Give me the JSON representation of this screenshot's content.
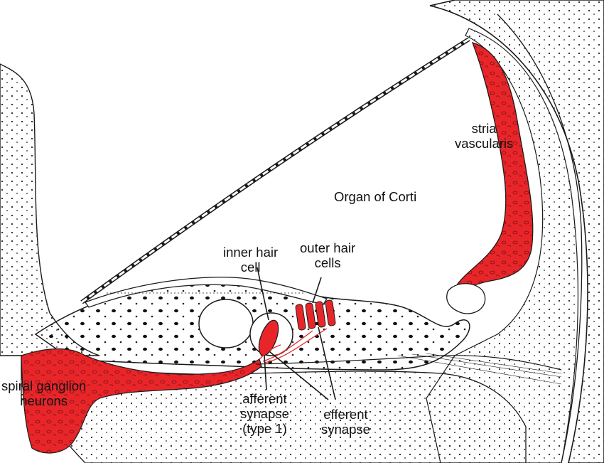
{
  "labels": {
    "stria_vascularis": {
      "line1": "stria",
      "line2": "vascularis"
    },
    "organ_of_corti": "Organ of Corti",
    "inner_hair_cell": {
      "line1": "inner hair",
      "line2": "cell"
    },
    "outer_hair_cells": {
      "line1": "outer hair",
      "line2": "cells"
    },
    "spiral_ganglion_neurons": {
      "line1": "spiral ganglion",
      "line2": "neurons"
    },
    "afferent_synapse": {
      "line1": "afferent",
      "line2": "synapse",
      "line3": "(type 1)"
    },
    "efferent_synapse": {
      "line1": "efferent",
      "line2": "synapse"
    }
  },
  "colors": {
    "highlight": "#e8262a",
    "ink": "#1a1a1a",
    "background": "#ffffff"
  }
}
